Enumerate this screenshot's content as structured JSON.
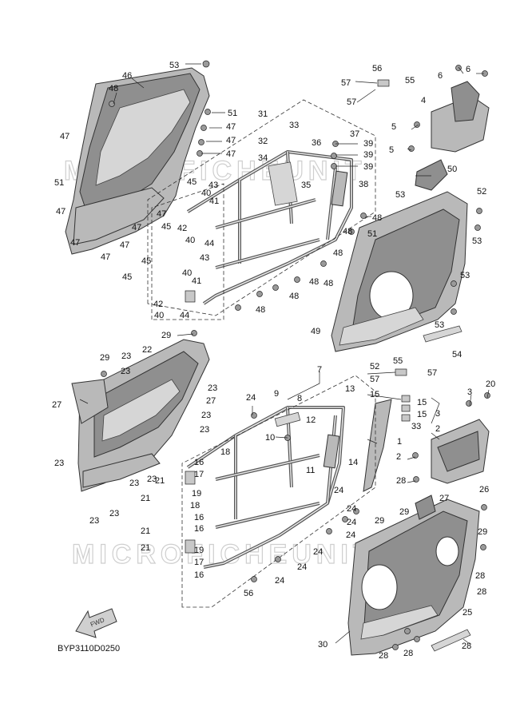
{
  "diagram": {
    "code": "BYP3110D0250",
    "fwd_label": "FWD",
    "watermark": "MICROFICHEUNIT",
    "callouts": [
      {
        "id": "c53a",
        "text": "53"
      },
      {
        "id": "c46",
        "text": "46"
      },
      {
        "id": "c48a",
        "text": "48"
      },
      {
        "id": "c51a",
        "text": "51"
      },
      {
        "id": "c47a",
        "text": "47"
      },
      {
        "id": "c47b",
        "text": "47"
      },
      {
        "id": "c47c",
        "text": "47"
      },
      {
        "id": "c47d",
        "text": "47"
      },
      {
        "id": "c51b",
        "text": "51"
      },
      {
        "id": "c47e",
        "text": "47"
      },
      {
        "id": "c47f",
        "text": "47"
      },
      {
        "id": "c47g",
        "text": "47"
      },
      {
        "id": "c47h",
        "text": "47"
      },
      {
        "id": "c47i",
        "text": "47"
      },
      {
        "id": "c47j",
        "text": "47"
      },
      {
        "id": "c31",
        "text": "31"
      },
      {
        "id": "c33a",
        "text": "33"
      },
      {
        "id": "c32",
        "text": "32"
      },
      {
        "id": "c36",
        "text": "36"
      },
      {
        "id": "c37",
        "text": "37"
      },
      {
        "id": "c39a",
        "text": "39"
      },
      {
        "id": "c39b",
        "text": "39"
      },
      {
        "id": "c39c",
        "text": "39"
      },
      {
        "id": "c34",
        "text": "34"
      },
      {
        "id": "c35",
        "text": "35"
      },
      {
        "id": "c38",
        "text": "38"
      },
      {
        "id": "c45a",
        "text": "45"
      },
      {
        "id": "c43a",
        "text": "43"
      },
      {
        "id": "c40a",
        "text": "40"
      },
      {
        "id": "c41a",
        "text": "41"
      },
      {
        "id": "c45b",
        "text": "45"
      },
      {
        "id": "c42a",
        "text": "42"
      },
      {
        "id": "c40b",
        "text": "40"
      },
      {
        "id": "c44a",
        "text": "44"
      },
      {
        "id": "c48b",
        "text": "48"
      },
      {
        "id": "c48c",
        "text": "48"
      },
      {
        "id": "c48d",
        "text": "48"
      },
      {
        "id": "c43b",
        "text": "43"
      },
      {
        "id": "c45c",
        "text": "45"
      },
      {
        "id": "c40c",
        "text": "40"
      },
      {
        "id": "c45d",
        "text": "45"
      },
      {
        "id": "c41b",
        "text": "41"
      },
      {
        "id": "c42b",
        "text": "42"
      },
      {
        "id": "c40d",
        "text": "40"
      },
      {
        "id": "c44b",
        "text": "44"
      },
      {
        "id": "c48e",
        "text": "48"
      },
      {
        "id": "c48f",
        "text": "48"
      },
      {
        "id": "c48g",
        "text": "48"
      },
      {
        "id": "c48h",
        "text": "48"
      },
      {
        "id": "c56a",
        "text": "56"
      },
      {
        "id": "c57a",
        "text": "57"
      },
      {
        "id": "c55a",
        "text": "55"
      },
      {
        "id": "c57b",
        "text": "57"
      },
      {
        "id": "c6a",
        "text": "6"
      },
      {
        "id": "c6b",
        "text": "6"
      },
      {
        "id": "c4",
        "text": "4"
      },
      {
        "id": "c5a",
        "text": "5"
      },
      {
        "id": "c5b",
        "text": "5"
      },
      {
        "id": "c50",
        "text": "50"
      },
      {
        "id": "c53b",
        "text": "53"
      },
      {
        "id": "c52a",
        "text": "52"
      },
      {
        "id": "c51c",
        "text": "51"
      },
      {
        "id": "c53c",
        "text": "53"
      },
      {
        "id": "c53d",
        "text": "53"
      },
      {
        "id": "c49",
        "text": "49"
      },
      {
        "id": "c53e",
        "text": "53"
      },
      {
        "id": "c52b",
        "text": "52"
      },
      {
        "id": "c54",
        "text": "54"
      },
      {
        "id": "c29a",
        "text": "29"
      },
      {
        "id": "c22",
        "text": "22"
      },
      {
        "id": "c29b",
        "text": "29"
      },
      {
        "id": "c23a",
        "text": "23"
      },
      {
        "id": "c23b",
        "text": "23"
      },
      {
        "id": "c23c",
        "text": "23"
      },
      {
        "id": "c27a",
        "text": "27"
      },
      {
        "id": "c27b",
        "text": "27"
      },
      {
        "id": "c23d",
        "text": "23"
      },
      {
        "id": "c23e",
        "text": "23"
      },
      {
        "id": "c23f",
        "text": "23"
      },
      {
        "id": "c23g",
        "text": "23"
      },
      {
        "id": "c23h",
        "text": "23"
      },
      {
        "id": "c23i",
        "text": "23"
      },
      {
        "id": "c23j",
        "text": "23"
      },
      {
        "id": "c7",
        "text": "7"
      },
      {
        "id": "c9",
        "text": "9"
      },
      {
        "id": "c8",
        "text": "8"
      },
      {
        "id": "c13",
        "text": "13"
      },
      {
        "id": "c12",
        "text": "12"
      },
      {
        "id": "c24a",
        "text": "24"
      },
      {
        "id": "c10",
        "text": "10"
      },
      {
        "id": "c18",
        "text": "18"
      },
      {
        "id": "c11",
        "text": "11"
      },
      {
        "id": "c14",
        "text": "14"
      },
      {
        "id": "c16a",
        "text": "16"
      },
      {
        "id": "c17a",
        "text": "17"
      },
      {
        "id": "c21a",
        "text": "21"
      },
      {
        "id": "c19a",
        "text": "19"
      },
      {
        "id": "c21b",
        "text": "21"
      },
      {
        "id": "c18b",
        "text": "18"
      },
      {
        "id": "c16b",
        "text": "16"
      },
      {
        "id": "c21c",
        "text": "21"
      },
      {
        "id": "c16c",
        "text": "16"
      },
      {
        "id": "c21d",
        "text": "21"
      },
      {
        "id": "c19b",
        "text": "19"
      },
      {
        "id": "c17b",
        "text": "17"
      },
      {
        "id": "c16d",
        "text": "16"
      },
      {
        "id": "c24b",
        "text": "24"
      },
      {
        "id": "c24c",
        "text": "24"
      },
      {
        "id": "c24d",
        "text": "24"
      },
      {
        "id": "c24e",
        "text": "24"
      },
      {
        "id": "c24f",
        "text": "24"
      },
      {
        "id": "c24g",
        "text": "24"
      },
      {
        "id": "c24h",
        "text": "24"
      },
      {
        "id": "c56b",
        "text": "56"
      },
      {
        "id": "c55b",
        "text": "55"
      },
      {
        "id": "c57c",
        "text": "57"
      },
      {
        "id": "c57d",
        "text": "57"
      },
      {
        "id": "c15a",
        "text": "15"
      },
      {
        "id": "c15b",
        "text": "15"
      },
      {
        "id": "c15c",
        "text": "15"
      },
      {
        "id": "c33b",
        "text": "33"
      },
      {
        "id": "c3a",
        "text": "3"
      },
      {
        "id": "c3b",
        "text": "3"
      },
      {
        "id": "c20",
        "text": "20"
      },
      {
        "id": "c1",
        "text": "1"
      },
      {
        "id": "c2a",
        "text": "2"
      },
      {
        "id": "c2b",
        "text": "2"
      },
      {
        "id": "c28a",
        "text": "28"
      },
      {
        "id": "c26",
        "text": "26"
      },
      {
        "id": "c27c",
        "text": "27"
      },
      {
        "id": "c29c",
        "text": "29"
      },
      {
        "id": "c29d",
        "text": "29"
      },
      {
        "id": "c29e",
        "text": "29"
      },
      {
        "id": "c28b",
        "text": "28"
      },
      {
        "id": "c28c",
        "text": "28"
      },
      {
        "id": "c25",
        "text": "25"
      },
      {
        "id": "c30",
        "text": "30"
      },
      {
        "id": "c28d",
        "text": "28"
      },
      {
        "id": "c28e",
        "text": "28"
      },
      {
        "id": "c28f",
        "text": "28"
      }
    ]
  }
}
